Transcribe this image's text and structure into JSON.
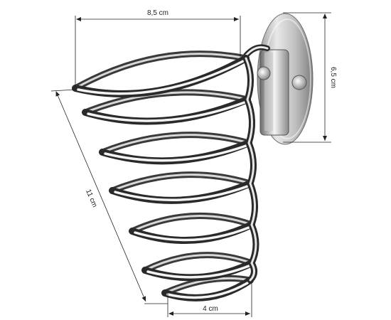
{
  "dimensions": {
    "top_width": "8,5 cm",
    "height": "11 cm",
    "bottom_width": "4 cm",
    "plate_height": "6,5 cm"
  },
  "colors": {
    "dimension_line": "#222222",
    "chrome_dark": "#2a2a2a",
    "chrome_mid": "#8a8a8a",
    "chrome_light": "#f2f2f2"
  }
}
